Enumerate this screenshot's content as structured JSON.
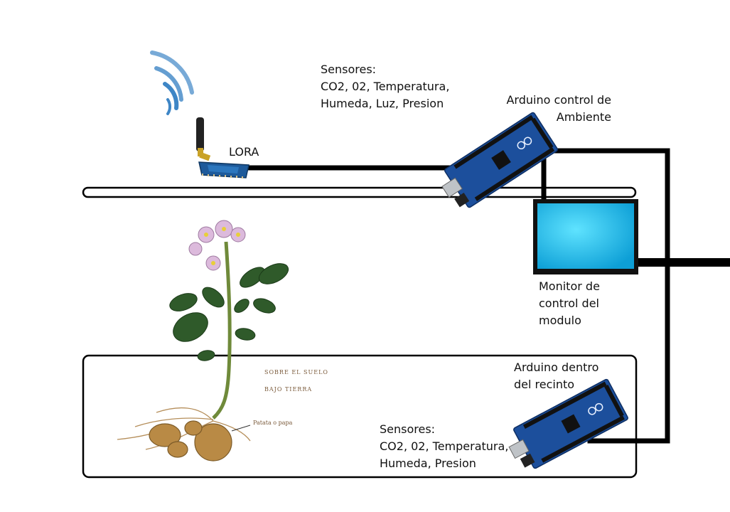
{
  "labels": {
    "lora": "LORA",
    "sensors_top": [
      "Sensores:",
      "CO2, 02, Temperatura,",
      "Humeda, Luz, Presion"
    ],
    "arduino_ambient": [
      "Arduino control de",
      "Ambiente"
    ],
    "monitor": [
      "Monitor de",
      "control del",
      "modulo"
    ],
    "arduino_inside": [
      "Arduino dentro",
      "del recinto"
    ],
    "sensors_bottom": [
      "Sensores:",
      "CO2, 02, Temperatura,",
      "Humeda, Presion"
    ],
    "plant_above": "SOBRE EL SUELO",
    "plant_below": "BAJO TIERRA",
    "tuber": "Patata o papa"
  },
  "colors": {
    "wire": "#000000",
    "board": "#1c4f9c",
    "board_dark": "#123a78",
    "screen": "#19b8e8",
    "leaf": "#2f5a2a",
    "flower": "#d8b4d8",
    "tuber": "#b98a45"
  },
  "icons": [
    "wifi-signal-icon",
    "antenna-icon",
    "lora-module-icon",
    "arduino-board-icon",
    "monitor-icon",
    "potato-plant-icon"
  ]
}
